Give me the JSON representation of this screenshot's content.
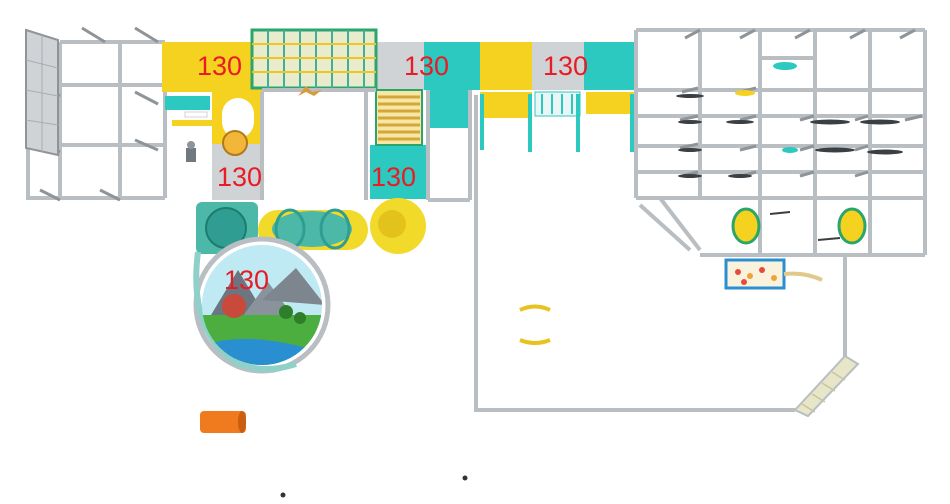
{
  "diagram": {
    "kind": "indoor playground top-view layout",
    "colors": {
      "frame": "#b9bec2",
      "frame_dark": "#8e9498",
      "deck_yellow": "#f4d21f",
      "deck_teal": "#2cc9c0",
      "deck_gray": "#cfd3d6",
      "tube_teal": "#4bb8a8",
      "tube_yellow": "#f2da2a",
      "label_red": "#e81c24",
      "orange_tube": "#f07a1e",
      "sky": "#bfe9f3",
      "grass": "#4cae3e"
    },
    "height_labels": [
      {
        "id": "deck-1",
        "value": "130"
      },
      {
        "id": "deck-2",
        "value": "130"
      },
      {
        "id": "deck-3",
        "value": "130"
      },
      {
        "id": "deck-4",
        "value": "130"
      },
      {
        "id": "deck-5",
        "value": "130"
      },
      {
        "id": "deck-6",
        "value": "130"
      }
    ],
    "icons": [
      "climbing-net-icon",
      "roller-slide-icon",
      "tube-slide-icon",
      "spiral-slide-icon",
      "ball-pool-icon",
      "punching-bag-icon",
      "ramp-icon",
      "stepping-stone-icon"
    ]
  }
}
